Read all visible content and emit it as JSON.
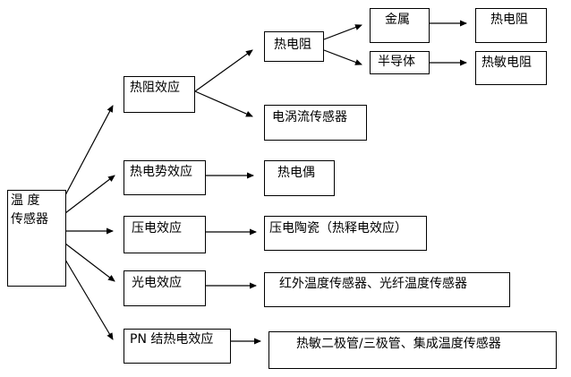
{
  "diagram": {
    "root": {
      "line1": "温    度",
      "line2": "传感器"
    },
    "effects": {
      "thermal_resistance": "热阻效应",
      "thermoelectric": "热电势效应",
      "piezoelectric": "压电效应",
      "photoelectric": "光电效应",
      "pn_junction": "PN 结热电效应"
    },
    "devices": {
      "thermistor_resistor": "热电阻",
      "eddy_current": "电涡流传感器",
      "thermocouple": "热电偶",
      "piezo_ceramic": "压电陶瓷（热释电效应）",
      "infrared_fiber": "红外温度传感器、光纤温度传感器",
      "pn_devices": "热敏二极管/三极管、集成温度传感器"
    },
    "materials": {
      "metal": "金属",
      "semiconductor": "半导体"
    },
    "outputs": {
      "metal_result": "热电阻",
      "semiconductor_result": "热敏电阻"
    }
  },
  "colors": {
    "line": "#000000",
    "box_border": "#000000",
    "background": "#ffffff"
  }
}
